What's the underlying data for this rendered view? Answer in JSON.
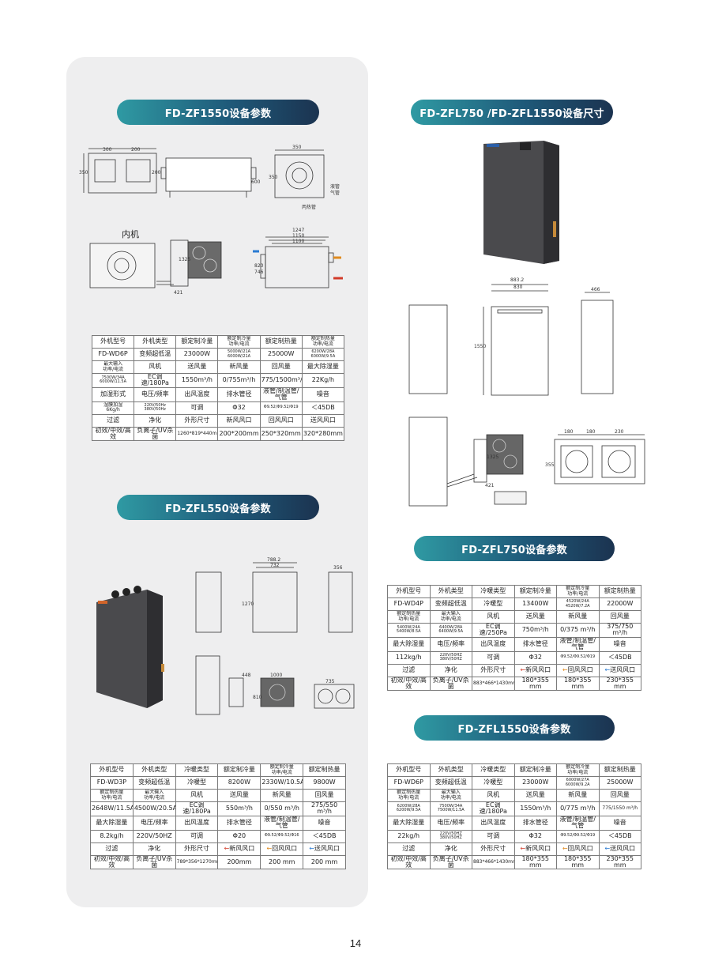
{
  "page_number": "14",
  "sections": {
    "zf1550_params": {
      "title": "FD-ZF1550设备参数"
    },
    "zfl_dims": {
      "title": "FD-ZFL750 /FD-ZFL1550设备尺寸"
    },
    "zfl550_params": {
      "title": "FD-ZFL550设备参数"
    },
    "zfl750_params": {
      "title": "FD-ZFL750设备参数"
    },
    "zfl1550_params": {
      "title": "FD-ZFL1550设备参数"
    }
  },
  "diagram_labels": {
    "zf1550_top_dim_a": "300",
    "zf1550_top_dim_b": "200",
    "zf1550_side_350": "350",
    "zf1550_side_200": "200",
    "zf1550_mid_600": "600",
    "zf1550_right_350": "350",
    "zf1550_right_350b": "350",
    "zf1550_pipe_liquid": "液管",
    "zf1550_pipe_gas": "气管",
    "zf1550_pipe_heat": "丙热管",
    "zf1550_indoor": "内机",
    "zf1550_dim_1247": "1247",
    "zf1550_dim_1150": "1150",
    "zf1550_dim_1100": "1100",
    "zf1550_dim_820": "820",
    "zf1550_dim_746": "746",
    "zf1550_dim_1325": "1325",
    "zf1550_dim_421": "421",
    "zfl_dim_883": "883.2",
    "zfl_dim_830": "830",
    "zfl_dim_466": "466",
    "zfl_dim_1550": "1550",
    "zfl_dim_180a": "180",
    "zfl_dim_180b": "180",
    "zfl_dim_230": "230",
    "zfl_dim_355": "355",
    "zfl_dim_1325": "1325",
    "zfl_dim_421": "421",
    "zfl550_dim_788": "788.2",
    "zfl550_dim_732": "732",
    "zfl550_dim_356": "356",
    "zfl550_dim_1270": "1270",
    "zfl550_dim_448": "448",
    "zfl550_dim_1000": "1000",
    "zfl550_dim_810": "810",
    "zfl550_dim_735": "735"
  },
  "tables": {
    "zf1550": [
      [
        "外机型号",
        "外机类型",
        "额定制冷量",
        "额定制冷量\n功率/电流",
        "额定制热量",
        "额定制热量\n功率/电流"
      ],
      [
        "FD-WD6P",
        "变频超低温",
        "23000W",
        "5000W/21A\n6000W/21A",
        "25000W",
        "6200W/28A\n6000W/9.5A"
      ],
      [
        "最大输入\n功率/电流",
        "风机",
        "送风量",
        "新风量",
        "回风量",
        "最大除湿量"
      ],
      [
        "7500W/34A\n6000W/11.5A",
        "EC调速/180Pa",
        "1550m³/h",
        "0/755m³/h",
        "775/1500m³/h",
        "22Kg/h"
      ],
      [
        "加湿形式",
        "电压/频率",
        "出风温度",
        "排水管径",
        "液管/制温管/气管",
        "噪音"
      ],
      [
        "湿膜加湿\n6Kg/h",
        "220V/50Hz\n380V/50Hz",
        "可调",
        "Φ32",
        "Φ9.52/Φ9.52/Φ19",
        "＜45DB"
      ],
      [
        "过滤",
        "净化",
        "外形尺寸",
        "新风风口",
        "回风风口",
        "送风风口"
      ],
      [
        "初效/中效/高效",
        "负离子/UV杀菌",
        "1260*819*440mm",
        "200*200mm",
        "250*320mm",
        "320*280mm"
      ]
    ],
    "zfl550": [
      [
        "外机型号",
        "外机类型",
        "冷暖类型",
        "额定制冷量",
        "额定制冷量\n功率/电流",
        "额定制热量"
      ],
      [
        "FD-WD3P",
        "变频超低温",
        "冷暖型",
        "8200W",
        "2330W/10.5A",
        "9800W"
      ],
      [
        "额定制热量\n功率/电流",
        "最大输入\n功率/电流",
        "风机",
        "送风量",
        "新风量",
        "回风量"
      ],
      [
        "2648W/11.5A",
        "4500W/20.5A",
        "EC调速/180Pa",
        "550m³/h",
        "0/550 m³/h",
        "275/550 m³/h"
      ],
      [
        "最大除湿量",
        "电压/频率",
        "出风温度",
        "排水管径",
        "液管/制温管/气管",
        "噪音"
      ],
      [
        "8.2kg/h",
        "220V/50HZ",
        "可调",
        "Φ20",
        "Φ9.52/Φ9.52/Φ16",
        "＜45DB"
      ],
      [
        "过滤",
        "净化",
        "外形尺寸",
        "⬅新风风口",
        "⬅回风风口",
        "⬅送风风口"
      ],
      [
        "初效/中效/高效",
        "负离子/UV杀菌",
        "789*356*1270mm",
        "200mm",
        "200 mm",
        "200 mm"
      ]
    ],
    "zfl750": [
      [
        "外机型号",
        "外机类型",
        "冷暖类型",
        "额定制冷量",
        "额定制冷量\n功率/电流",
        "额定制热量"
      ],
      [
        "FD-WD4P",
        "变频超低温",
        "冷暖型",
        "13400W",
        "4520W/24A\n4520W/7.2A",
        "22000W"
      ],
      [
        "额定制热量\n功率/电流",
        "最大输入\n功率/电流",
        "风机",
        "送风量",
        "新风量",
        "回风量"
      ],
      [
        "5400W/24A\n5400W/8.5A",
        "6400W/28A\n6400W/9.5A",
        "EC调速/250Pa",
        "750m³/h",
        "0/375 m³/h",
        "375/750 m³/h"
      ],
      [
        "最大除湿量",
        "电压/频率",
        "出风温度",
        "排水管径",
        "液管/制温管/气管",
        "噪音"
      ],
      [
        "112kg/h",
        "220V/50HZ\n380V/50HZ",
        "可调",
        "Φ32",
        "Φ9.52/Φ9.52/Φ19",
        "＜45DB"
      ],
      [
        "过滤",
        "净化",
        "外形尺寸",
        "⬅新风风口",
        "⬅回风风口",
        "⬅送风风口"
      ],
      [
        "初效/中效/高效",
        "负离子/UV杀菌",
        "883*466*1430mm",
        "180*355 mm",
        "180*355 mm",
        "230*355 mm"
      ]
    ],
    "zfl1550": [
      [
        "外机型号",
        "外机类型",
        "冷暖类型",
        "额定制冷量",
        "额定制冷量\n功率/电流",
        "额定制热量"
      ],
      [
        "FD-WD6P",
        "变频超低温",
        "冷暖型",
        "23000W",
        "6000W/27A\n6000W/9.2A",
        "25000W"
      ],
      [
        "额定制热量\n功率/电流",
        "最大输入\n功率/电流",
        "风机",
        "送风量",
        "新风量",
        "回风量"
      ],
      [
        "6200W/28A\n6200W/9.5A",
        "7500W/34A\n7500W/11.5A",
        "EC调速/180Pa",
        "1550m³/h",
        "0/775 m³/h",
        "775/1550 m³/h"
      ],
      [
        "最大除湿量",
        "电压/频率",
        "出风温度",
        "排水管径",
        "液管/制温管/气管",
        "噪音"
      ],
      [
        "22kg/h",
        "220V/50HZ\n380V/50HZ",
        "可调",
        "Φ32",
        "Φ9.52/Φ9.52/Φ19",
        "＜45DB"
      ],
      [
        "过滤",
        "净化",
        "外形尺寸",
        "⬅新风风口",
        "⬅回风风口",
        "⬅送风风口"
      ],
      [
        "初效/中效/高效",
        "负离子/UV杀菌",
        "883*466*1430mm",
        "180*355 mm",
        "180*355 mm",
        "230*355 mm"
      ]
    ]
  }
}
